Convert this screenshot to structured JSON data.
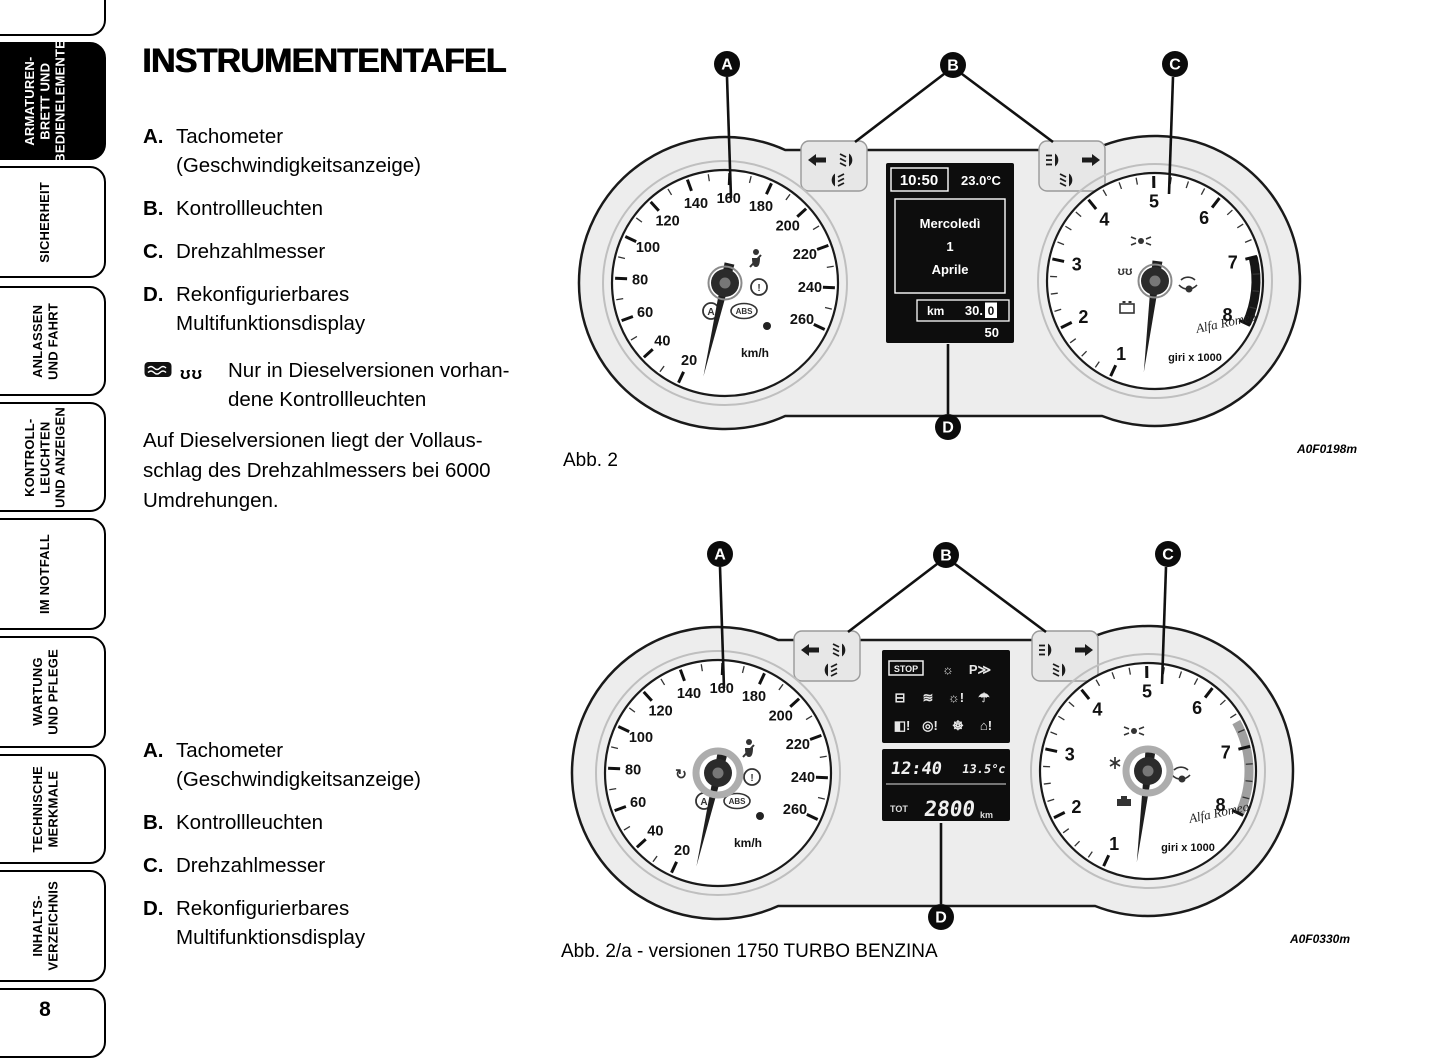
{
  "sidebar": {
    "tabs": [
      {
        "label": "ARMATUREN-\nBRETT UND\nBEDIENELEMENTE",
        "active": true
      },
      {
        "label": "SICHERHEIT",
        "active": false
      },
      {
        "label": "ANLASSEN\nUND FAHRT",
        "active": false
      },
      {
        "label": "KONTROLL-\nLEUCHTEN\nUND ANZEIGEN",
        "active": false
      },
      {
        "label": "IM NOTFALL",
        "active": false
      },
      {
        "label": "WARTUNG\nUND PFLEGE",
        "active": false
      },
      {
        "label": "TECHNISCHE\nMERKMALE",
        "active": false
      },
      {
        "label": "INHALTS-\nVERZEICHNIS",
        "active": false
      }
    ],
    "page_number": "8"
  },
  "content": {
    "title": "INSTRUMENTENTAFEL",
    "legend_top": [
      {
        "key": "A.",
        "text": "Tachometer\n(Geschwindigkeitsanzeige)"
      },
      {
        "key": "B.",
        "text": "Kontrollleuchten"
      },
      {
        "key": "C.",
        "text": "Drehzahlmesser"
      },
      {
        "key": "D.",
        "text": "Rekonfigurierbares\nMultifunktionsdisplay"
      }
    ],
    "diesel_note": {
      "icons": [
        "water-in-fuel-filter-icon",
        "glow-plug-icon"
      ],
      "text": "Nur in Dieselversionen vorhan-\ndene Kontrollleuchten"
    },
    "paragraph": "Auf Dieselversionen liegt der Vollaus-\nschlag des Drehzahlmessers bei 6000\nUmdrehungen.",
    "legend_bottom": [
      {
        "key": "A.",
        "text": "Tachometer\n(Geschwindigkeitsanzeige)"
      },
      {
        "key": "B.",
        "text": "Kontrollleuchten"
      },
      {
        "key": "C.",
        "text": "Drehzahlmesser"
      },
      {
        "key": "D.",
        "text": "Rekonfigurierbares\nMultifunktionsdisplay"
      }
    ]
  },
  "figures": [
    {
      "caption": "Abb. 2",
      "code": "A0F0198m",
      "callouts": {
        "a": "A",
        "b": "B",
        "c": "C",
        "d": "D"
      },
      "hub_ring": false,
      "telltales_left": [
        "turn-left-icon",
        "front-fog-icon",
        "rear-fog-icon"
      ],
      "telltales_right": [
        "position-lights-icon",
        "high-beam-icon",
        "turn-right-icon"
      ],
      "speedometer": {
        "unit": "km/h",
        "tick_labels": [
          "20",
          "40",
          "60",
          "80",
          "100",
          "120",
          "140",
          "160",
          "180",
          "200",
          "220",
          "240",
          "260"
        ],
        "icons": [
          "seatbelt-icon",
          "brake-warning-icon",
          "auto-gearbox-icon",
          "abs-icon",
          "warning-dot-icon"
        ]
      },
      "tachometer": {
        "unit": "giri x 1000",
        "tick_labels": [
          "1",
          "2",
          "3",
          "4",
          "5",
          "6",
          "7",
          "8"
        ],
        "brand": "Alfa Romeo",
        "zone": {
          "from": 7,
          "to": 8,
          "color": "#161616"
        },
        "icons": [
          "exterior-lights-icon",
          "glow-plug-icon",
          "battery-icon",
          "airbag-icon"
        ]
      },
      "display": {
        "type": "date",
        "clock": "10:50",
        "outside_temp": "23.0",
        "temp_unit": "°C",
        "date_lines": "Mercoledì\n1\nAprile",
        "odometer_unit": "km",
        "odometer": "30.0",
        "trip": "50"
      }
    },
    {
      "caption": "Abb. 2/a - versionen 1750 TURBO BENZINA",
      "code": "A0F0330m",
      "callouts": {
        "a": "A",
        "b": "B",
        "c": "C",
        "d": "D"
      },
      "hub_ring": true,
      "telltales_left": [
        "turn-left-icon",
        "front-fog-icon",
        "rear-fog-icon"
      ],
      "telltales_right": [
        "position-lights-icon",
        "high-beam-icon",
        "turn-right-icon"
      ],
      "speedometer": {
        "unit": "km/h",
        "tick_labels": [
          "20",
          "40",
          "60",
          "80",
          "100",
          "120",
          "140",
          "160",
          "180",
          "200",
          "220",
          "240",
          "260"
        ],
        "icons": [
          "esc-icon",
          "seatbelt-icon",
          "brake-warning-icon",
          "auto-gearbox-icon",
          "abs-icon",
          "warning-dot-icon"
        ]
      },
      "tachometer": {
        "unit": "giri x 1000",
        "tick_labels": [
          "1",
          "2",
          "3",
          "4",
          "5",
          "6",
          "7",
          "8"
        ],
        "brand": "Alfa Romeo",
        "zone": {
          "from": 6.6,
          "to": 8,
          "color": "#a0a0a0"
        },
        "icons": [
          "exterior-lights-icon",
          "snow-icon",
          "engine-check-icon",
          "airbag-icon"
        ]
      },
      "display": {
        "type": "warning",
        "warning_icons": [
          "stop-icon",
          "exterior-lights-icon",
          "parking-sensor-icon",
          "battery-icon",
          "washer-fluid-icon",
          "bulb-failure-icon",
          "rain-sensor-icon",
          "door-open-icon",
          "tyre-pressure-icon",
          "steering-icon",
          "vehicle-protection-icon"
        ],
        "clock": "12:40",
        "outside_temp": "13.5",
        "temp_unit": "°c",
        "odometer": "2800",
        "odometer_unit": "km",
        "odometer_label": "TOT"
      }
    }
  ]
}
